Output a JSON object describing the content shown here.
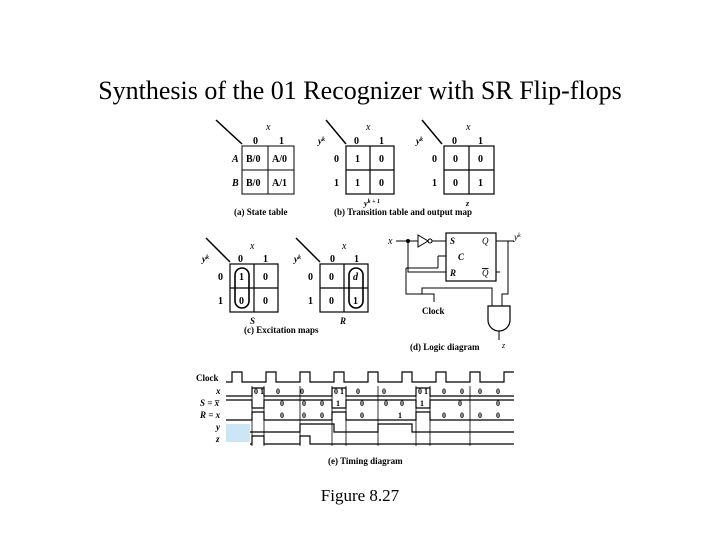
{
  "slide": {
    "title": "Synthesis of the 01 Recognizer with SR Flip-flops",
    "caption": "Figure 8.27"
  },
  "figure": {
    "state_table": {
      "var": "x",
      "cols": [
        "0",
        "1"
      ],
      "rows": [
        {
          "state": "A",
          "cells": [
            "B/0",
            "A/0"
          ]
        },
        {
          "state": "B",
          "cells": [
            "B/0",
            "A/1"
          ]
        }
      ],
      "caption": "(a) State table"
    },
    "transition_table": {
      "var": "x",
      "row_var": "y",
      "row_sup": "k",
      "cols": [
        "0",
        "1"
      ],
      "row_labels": [
        "0",
        "1"
      ],
      "cells": [
        [
          "1",
          "0"
        ],
        [
          "1",
          "0"
        ]
      ],
      "bottom_label": "y",
      "bottom_sup": "k + 1"
    },
    "output_map": {
      "var": "x",
      "row_var": "y",
      "row_sup": "k",
      "cols": [
        "0",
        "1"
      ],
      "row_labels": [
        "0",
        "1"
      ],
      "cells": [
        [
          "0",
          "0"
        ],
        [
          "0",
          "1"
        ]
      ],
      "bottom_label": "z"
    },
    "transition_caption": "(b) Transition table and output map",
    "excitation_s": {
      "var": "x",
      "row_var": "y",
      "row_sup": "k",
      "cols": [
        "0",
        "1"
      ],
      "row_labels": [
        "0",
        "1"
      ],
      "cells": [
        [
          "1",
          "0"
        ],
        [
          "0",
          "0"
        ]
      ],
      "bottom_label": "S"
    },
    "excitation_r": {
      "var": "x",
      "row_var": "y",
      "row_sup": "k",
      "cols": [
        "0",
        "1"
      ],
      "row_labels": [
        "0",
        "1"
      ],
      "cells": [
        [
          "0",
          "d"
        ],
        [
          "0",
          "1"
        ]
      ],
      "bottom_label": "R"
    },
    "excitation_caption": "(c) Excitation maps",
    "logic": {
      "input": "x",
      "pin_s": "S",
      "pin_c": "C",
      "pin_r": "R",
      "out_q": "Q",
      "out_qbar": "Q",
      "out_label": "y",
      "out_sup": "k",
      "clock": "Clock",
      "z": "z",
      "caption": "(d) Logic diagram"
    },
    "timing": {
      "signals": [
        "Clock",
        "x",
        "S = x̅",
        "R = x",
        "y",
        "z"
      ],
      "x_values": [
        "0",
        "1",
        "0",
        "0",
        "0",
        "1",
        "0",
        "0",
        "0",
        "1",
        "0",
        "0",
        "0",
        "0"
      ],
      "s_values": [
        "0",
        "0",
        "0",
        "1",
        "0",
        "0",
        "0",
        "1",
        "0",
        "0"
      ],
      "r_values": [
        "0",
        "0",
        "0",
        "0",
        "1",
        "0",
        "0",
        "0",
        "0"
      ],
      "caption": "(e) Timing diagram"
    }
  }
}
